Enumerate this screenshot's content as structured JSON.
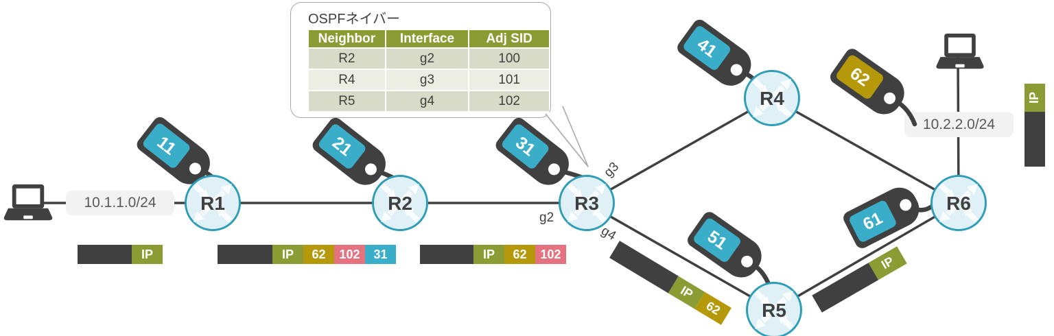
{
  "callout": {
    "title": "OSPFネイバー",
    "table": {
      "headers": [
        "Neighbor",
        "Interface",
        "Adj SID"
      ],
      "rows": [
        {
          "neighbor": "R2",
          "interface": "g2",
          "adj_sid": "100"
        },
        {
          "neighbor": "R4",
          "interface": "g3",
          "adj_sid": "101"
        },
        {
          "neighbor": "R5",
          "interface": "g4",
          "adj_sid": "102"
        }
      ]
    }
  },
  "subnets": {
    "left": "10.1.1.0/24",
    "right": "10.2.2.0/24"
  },
  "routers": {
    "r1": "R1",
    "r2": "R2",
    "r3": "R3",
    "r4": "R4",
    "r5": "R5",
    "r6": "R6"
  },
  "sid_tags": {
    "r1": "11",
    "r2": "21",
    "r3": "31",
    "r4": "41",
    "r5": "51",
    "r6": "61",
    "r6_prefix": "62"
  },
  "interfaces": {
    "g2": "g2",
    "g3": "g3",
    "g4": "g4"
  },
  "packets": {
    "lan_left": {
      "ip": "IP"
    },
    "r1_r2": {
      "ip": "IP",
      "label1": "62",
      "label2": "102",
      "label3": "31"
    },
    "r2_r3": {
      "ip": "IP",
      "label1": "62",
      "label2": "102"
    },
    "r3_r5": {
      "ip": "IP",
      "label1": "62"
    },
    "r5_r6": {
      "ip": "IP"
    },
    "lan_right": {
      "ip": "IP"
    }
  },
  "colors": {
    "dark": "#404040",
    "olive": "#8a9c33",
    "gold": "#b5990a",
    "pink": "#e5727f",
    "teal": "#3aadc9",
    "router_fill": "#dff1f7",
    "router_stroke": "#2f9db8",
    "label_bg": "#f2f2f2",
    "table_header_bg": "#8a9c33",
    "table_row_dark": "#d8dbc7",
    "table_row_light": "#edeee3",
    "callout_border": "#a8a8a8"
  }
}
